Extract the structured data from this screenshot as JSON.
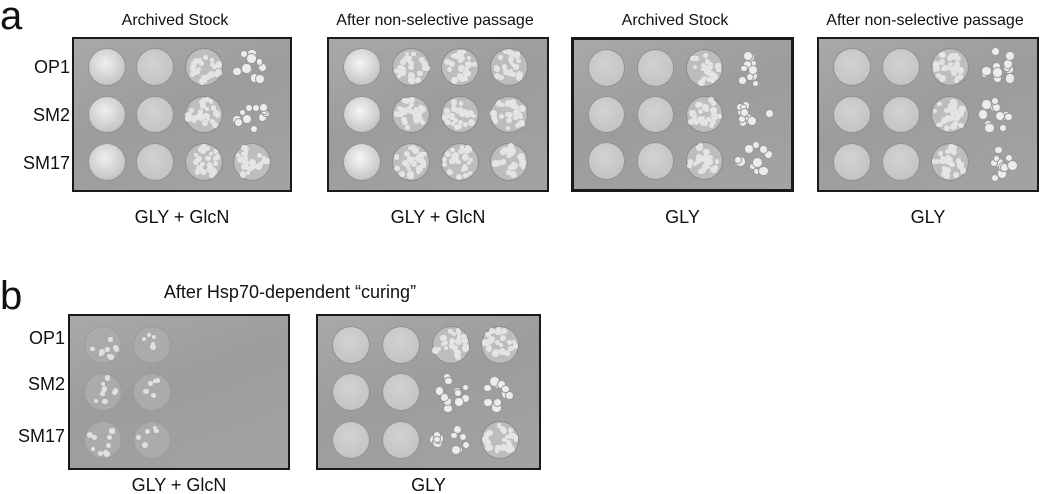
{
  "figure": {
    "panel_a": {
      "letter": "a",
      "headers": [
        "Archived Stock",
        "After non-selective passage",
        "Archived Stock",
        "After non-selective passage"
      ],
      "strains": [
        "OP1",
        "SM2",
        "SM17"
      ],
      "conditions": [
        "GLY + GlcN",
        "GLY + GlcN",
        "GLY",
        "GLY"
      ]
    },
    "panel_b": {
      "letter": "b",
      "header": "After Hsp70-dependent “curing”",
      "strains": [
        "OP1",
        "SM2",
        "SM17"
      ],
      "conditions": [
        "GLY + GlcN",
        "GLY"
      ]
    }
  }
}
